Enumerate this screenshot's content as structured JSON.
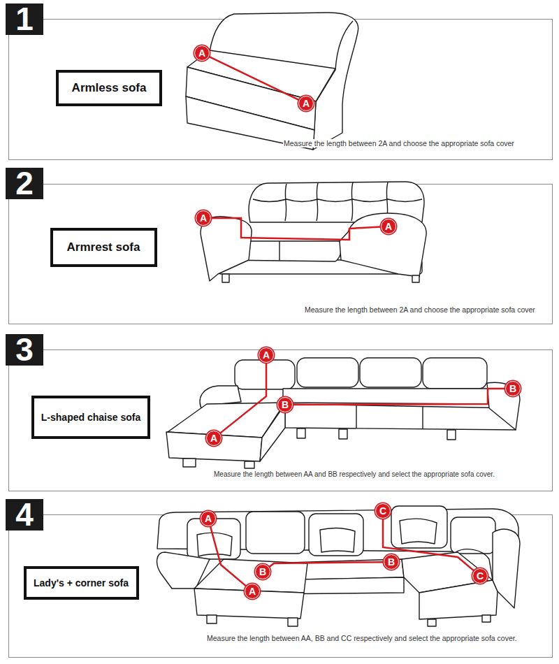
{
  "diagram": {
    "nodes": [
      {
        "text": [
          "1"
        ]
      },
      {
        "text": [
          "Armless sofa"
        ]
      },
      {
        "text": [
          "A"
        ]
      },
      {
        "text": [
          "A"
        ]
      },
      {
        "text": [
          "2"
        ]
      },
      {
        "text": [
          "Armrest sofa"
        ]
      },
      {
        "text": [
          "A"
        ]
      },
      {
        "text": [
          "A"
        ]
      },
      {
        "text": [
          "3"
        ]
      },
      {
        "text": [
          "A"
        ]
      },
      {
        "text": [
          "L-shaped chaise sofa"
        ]
      },
      {
        "text": [
          "B"
        ]
      },
      {
        "text": [
          "B"
        ]
      },
      {
        "text": [
          "A"
        ]
      },
      {
        "text": [
          "4"
        ]
      },
      {
        "text": [
          "A"
        ]
      },
      {
        "text": [
          "C"
        ]
      },
      {
        "text": [
          "Lady's + corner sofa"
        ]
      },
      {
        "text": [
          "B"
        ]
      },
      {
        "text": [
          "B"
        ]
      },
      {
        "text": [
          "C"
        ]
      },
      {
        "text": [
          "A"
        ]
      }
    ],
    "edges": [
      {
        "from": 2,
        "to": 3,
        "arrow": "none"
      },
      {
        "from": 6,
        "to": 7,
        "arrow": "none"
      },
      {
        "from": 9,
        "to": 13,
        "arrow": "none"
      },
      {
        "from": 11,
        "to": 12,
        "arrow": "none"
      },
      {
        "from": 15,
        "to": 21,
        "arrow": "none"
      },
      {
        "from": 18,
        "to": 19,
        "arrow": "none"
      },
      {
        "from": 16,
        "to": 20,
        "arrow": "none"
      }
    ],
    "labels": [
      "Measure the length between 2A and choose the appropriate sofa cover",
      "Measure the length between 2A and choose the appropriate sofa cover",
      "Measure the length between AA and BB respectively and select the appropriate sofa cover.",
      "Measure the length between AA, BB and CC respectively and select the appropriate sofa cover."
    ]
  }
}
